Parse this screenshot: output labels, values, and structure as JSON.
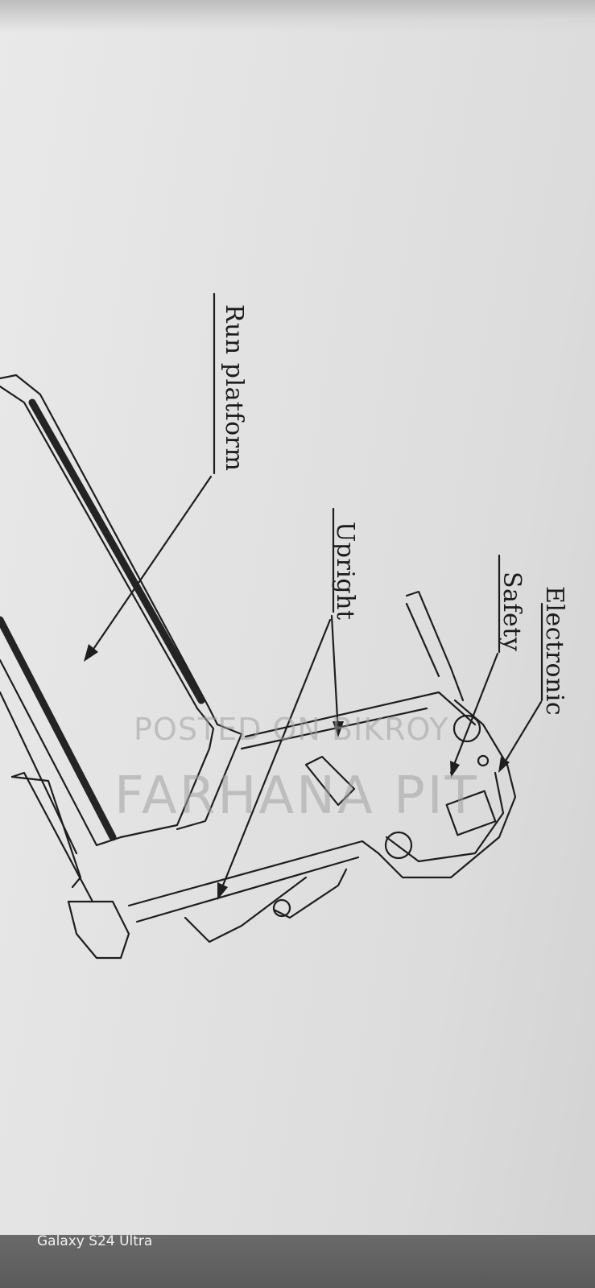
{
  "labels": {
    "run_platform": "Run platform",
    "upright": "Upright",
    "electronic": "Electronic",
    "safety": "Safety"
  },
  "watermark": {
    "line1": "POSTED ON BIKROY",
    "line2": "FARHANA PIT"
  },
  "camera_mark": "Galaxy S24 Ultra"
}
